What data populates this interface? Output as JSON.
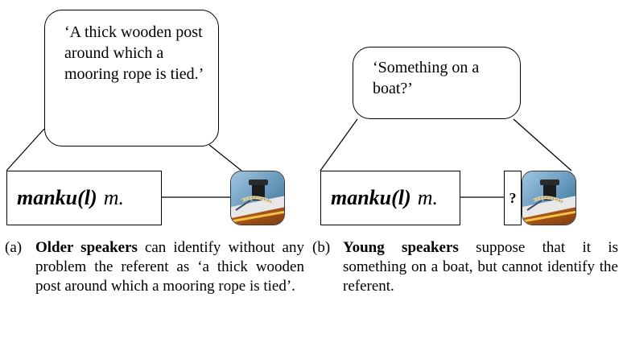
{
  "panel_a": {
    "bubble_text": "‘A thick wooden post around which a mooring rope is tied.’",
    "term": "manku(l)",
    "gender": "m.",
    "caption_label": "(a)",
    "caption_bold": "Older speakers",
    "caption_rest": " can identify without any problem the referent as ‘a thick wooden post around which a mooring rope is tied’.",
    "thumbnail_icon": "boat-mooring-post-photo"
  },
  "panel_b": {
    "bubble_text": "‘Something on a boat?’",
    "term": "manku(l)",
    "gender": "m.",
    "question_mark": "?",
    "caption_label": "(b)",
    "caption_bold": "Young speakers",
    "caption_rest": " suppose that it is something on a boat, but cannot identify the referent.",
    "thumbnail_icon": "boat-mooring-post-photo"
  }
}
